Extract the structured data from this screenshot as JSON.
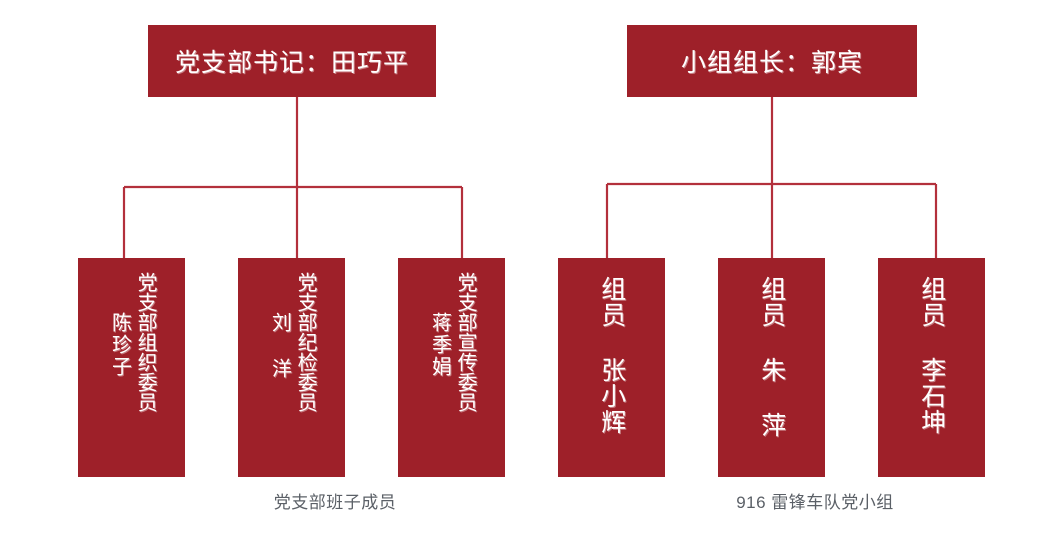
{
  "theme": {
    "box_fill": "#9e2029",
    "box_text": "#ffffff",
    "connector_line": "#b3303c",
    "caption_text": "#5b6067",
    "background": "#ffffff"
  },
  "groups": [
    {
      "id": "party-branch",
      "header": {
        "label": "党支部书记：田巧平",
        "role": "党支部书记",
        "name": "田巧平"
      },
      "caption": "党支部班子成员",
      "members": [
        {
          "title": "党支部组织委员",
          "name": "陈珍子"
        },
        {
          "title": "党支部纪检委员",
          "name": "刘 洋"
        },
        {
          "title": "党支部宣传委员",
          "name": "蒋季娟"
        }
      ]
    },
    {
      "id": "lei-feng-team",
      "header": {
        "label": "小组组长：郭宾",
        "role": "小组组长",
        "name": "郭宾"
      },
      "caption": "916 雷锋车队党小组",
      "members": [
        {
          "title": "组员 张小辉",
          "name": "张小辉"
        },
        {
          "title": "组员 朱 萍",
          "name": "朱 萍"
        },
        {
          "title": "组员 李石坤",
          "name": "李石坤"
        }
      ]
    }
  ]
}
